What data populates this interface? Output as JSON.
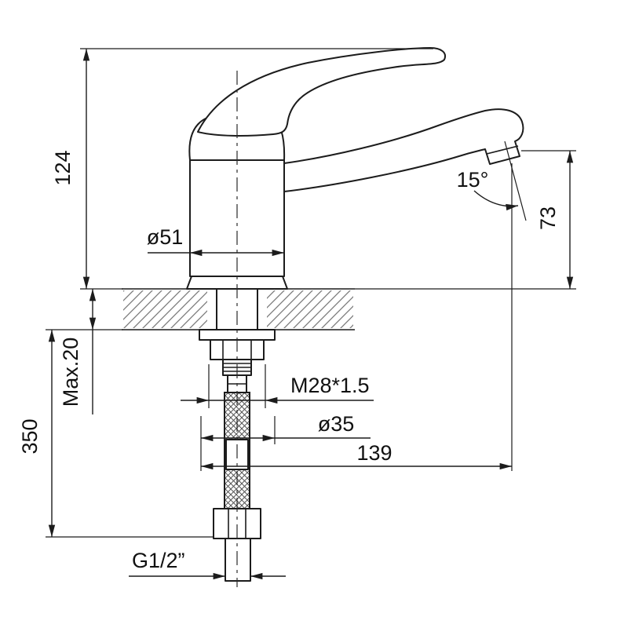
{
  "diagram": {
    "background": "#ffffff",
    "line_color": "#1c1c1c",
    "hatch_color": "#7a7a7a",
    "dimensions": {
      "overall_height": "124",
      "body_diameter": "ø51",
      "spout_height": "73",
      "aerator_angle": "15°",
      "deck_thickness": "Max.20",
      "hose_length": "350",
      "mounting_thread": "M28*1.5",
      "shank_diameter": "ø35",
      "spout_reach": "139",
      "inlet_thread": "G1/2”"
    }
  }
}
